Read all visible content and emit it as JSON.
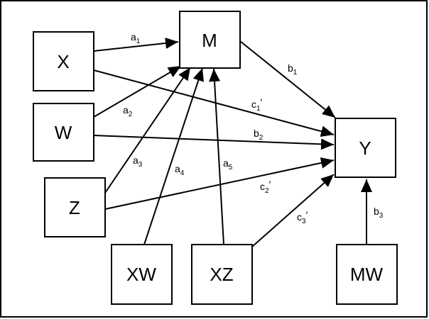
{
  "diagram": {
    "nodes": {
      "X": "X",
      "W": "W",
      "Z": "Z",
      "M": "M",
      "Y": "Y",
      "XW": "XW",
      "XZ": "XZ",
      "MW": "MW"
    },
    "edges": {
      "a1": {
        "from": "X",
        "to": "M",
        "base": "a",
        "sub": "1",
        "prime": ""
      },
      "a2": {
        "from": "W",
        "to": "M",
        "base": "a",
        "sub": "2",
        "prime": ""
      },
      "a3": {
        "from": "Z",
        "to": "M",
        "base": "a",
        "sub": "3",
        "prime": ""
      },
      "a4": {
        "from": "XW",
        "to": "M",
        "base": "a",
        "sub": "4",
        "prime": ""
      },
      "a5": {
        "from": "XZ",
        "to": "M",
        "base": "a",
        "sub": "5",
        "prime": ""
      },
      "b1": {
        "from": "M",
        "to": "Y",
        "base": "b",
        "sub": "1",
        "prime": ""
      },
      "b2": {
        "from": "W",
        "to": "Y",
        "base": "b",
        "sub": "2",
        "prime": ""
      },
      "b3": {
        "from": "MW",
        "to": "Y",
        "base": "b",
        "sub": "3",
        "prime": ""
      },
      "c1": {
        "from": "X",
        "to": "Y",
        "base": "c",
        "sub": "1",
        "prime": "′"
      },
      "c2": {
        "from": "Z",
        "to": "Y",
        "base": "c",
        "sub": "2",
        "prime": "′"
      },
      "c3": {
        "from": "XZ",
        "to": "Y",
        "base": "c",
        "sub": "3",
        "prime": "′"
      }
    }
  }
}
